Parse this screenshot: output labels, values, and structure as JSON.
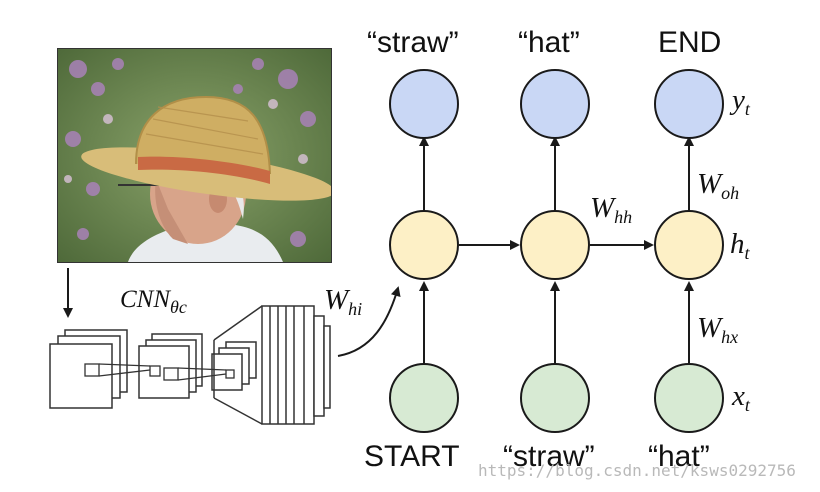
{
  "tokens": {
    "outputs": [
      "“straw”",
      "“hat”",
      "END"
    ],
    "inputs": [
      "START",
      "“straw”",
      "“hat”"
    ]
  },
  "math": {
    "yt": {
      "base": "y",
      "sub": "t"
    },
    "ht": {
      "base": "h",
      "sub": "t"
    },
    "xt": {
      "base": "x",
      "sub": "t"
    },
    "whh": {
      "base": "W",
      "sub": "hh"
    },
    "woh": {
      "base": "W",
      "sub": "oh"
    },
    "whx": {
      "base": "W",
      "sub": "hx"
    },
    "whi": {
      "base": "W",
      "sub": "hi"
    },
    "cnn": {
      "base": "CNN",
      "sub": "θc"
    }
  },
  "watermark": "https://blog.csdn.net/ksws0292756",
  "colors": {
    "output_node": "#c9d7f5",
    "hidden_node": "#fdf0c6",
    "input_node": "#d7ead3",
    "stroke": "#1a1a1a"
  },
  "image": {
    "subject": "man in straw hat profile photo"
  }
}
